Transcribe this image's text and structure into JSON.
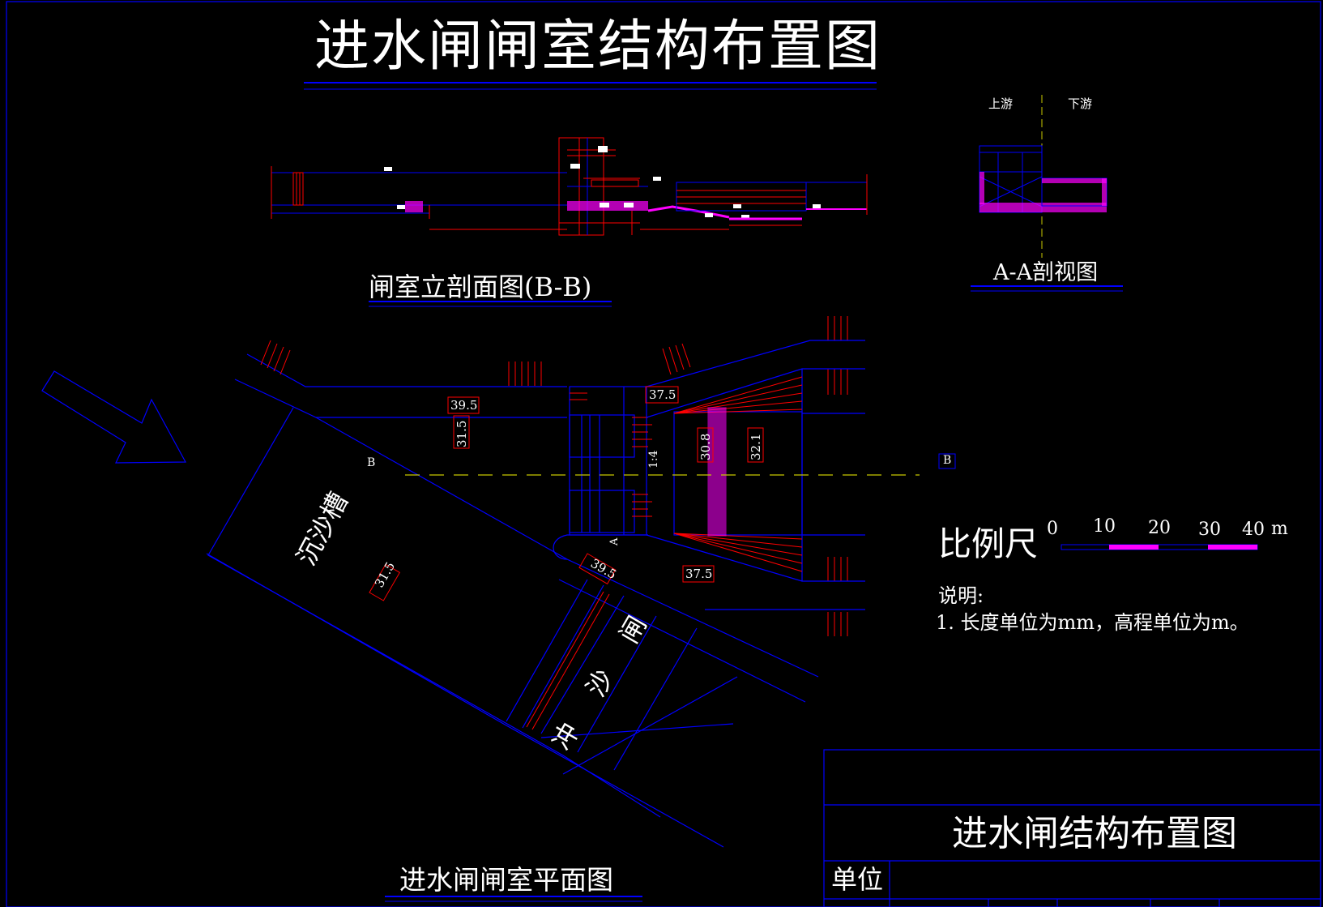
{
  "main_title": "进水闸闸室结构布置图",
  "elevation_view": {
    "title": "闸室立剖面图(B-B)"
  },
  "section_view": {
    "title": "A-A剖视图",
    "upstream": "上游",
    "downstream": "下游"
  },
  "plan_view": {
    "title": "进水闸闸室平面图",
    "sediment_tank": "沉沙槽",
    "flush_gate_chars": [
      "冲",
      "沙",
      "闸"
    ],
    "section_mark_b": "B",
    "section_mark_a": "A",
    "slope": "1:4",
    "elevations": [
      "39.5",
      "31.5",
      "37.5",
      "30.8",
      "32.1",
      "39.5",
      "37.5",
      "31.5"
    ]
  },
  "scale_bar": {
    "label": "比例尺",
    "ticks": [
      "0",
      "10",
      "20",
      "30",
      "40"
    ],
    "unit": "m"
  },
  "notes": {
    "heading": "说明:",
    "items": [
      "1. 长度单位为mm，高程单位为m。"
    ]
  },
  "title_block": {
    "drawing_name": "进水闸结构布置图",
    "unit_label": "单位"
  },
  "colors": {
    "background": "#000000",
    "line_primary": "#0000ff",
    "line_accent": "#ff0000",
    "fill_accent": "#ff00ff",
    "centerline": "#c8c800",
    "text": "#ffffff"
  }
}
